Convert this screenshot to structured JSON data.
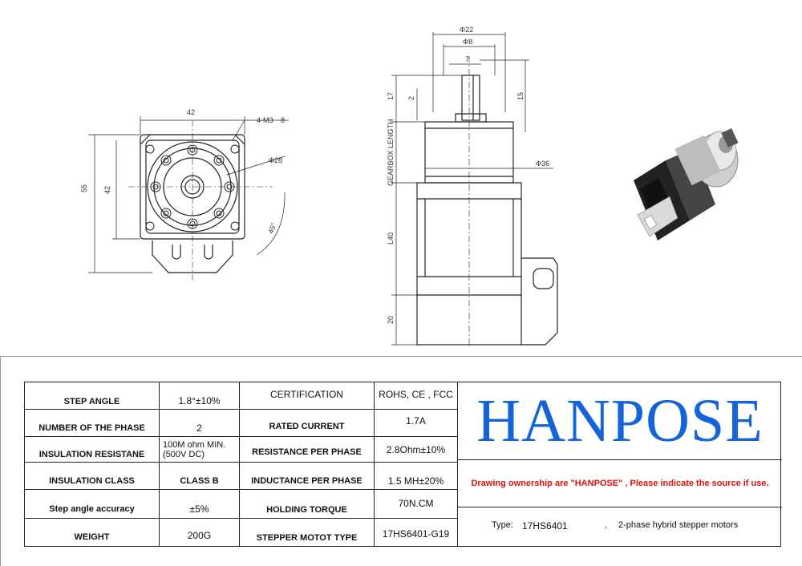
{
  "drawing": {
    "front_view": {
      "dim_width": "42",
      "dim_height_outer": "55",
      "dim_height_inner": "42",
      "dim_circle": "Φ28",
      "dim_screw": "4-M3",
      "dim_screw_depth": "8",
      "dim_angle": "45°"
    },
    "side_view": {
      "dim_shaft_dia": "Φ22",
      "dim_bore": "Φ8",
      "dim_flat": "7",
      "dim_shaft_len": "17",
      "dim_shoulder": "2",
      "dim_flat_len": "15",
      "dim_gear_label": "GEARBOX LENGTH",
      "dim_gear_dia": "Φ36",
      "dim_body": "L40",
      "dim_back": "20"
    }
  },
  "spec_table": {
    "rows": [
      {
        "label1": "STEP ANGLE",
        "value1": "1.8°±10%",
        "label2": "CERTIFICATION",
        "value2": "ROHS, CE , FCC"
      },
      {
        "label1": "NUMBER OF THE PHASE",
        "value1": "2",
        "label2": "RATED CURRENT",
        "value2": "1.7A"
      },
      {
        "label1": "INSULATION RESISTANE",
        "value1": "100M ohm MIN. (500V DC)",
        "label2": "RESISTANCE PER PHASE",
        "value2": "2.8Ohm±10%"
      },
      {
        "label1": "INSULATION CLASS",
        "value1": "CLASS B",
        "label2": "INDUCTANCE PER PHASE",
        "value2": "1.5 MH±20%"
      },
      {
        "label1": "Step angle accuracy",
        "value1": "±5%",
        "label2": "HOLDING TORQUE",
        "value2": "70N.CM"
      },
      {
        "label1": "WEIGHT",
        "value1": "200G",
        "label2": "STEPPER MOTOT TYPE",
        "value2": "17HS6401-G19"
      }
    ],
    "brand": "HANPOSE",
    "notice": "Drawing ownership are \"HANPOSE\" , Please indicate the source if use.",
    "type_label": "Type:",
    "type_value": "17HS6401",
    "type_sep": ",",
    "type_desc": "2-phase hybrid stepper motors"
  },
  "colors": {
    "brand": "#1463d8",
    "notice": "#dd1111"
  }
}
